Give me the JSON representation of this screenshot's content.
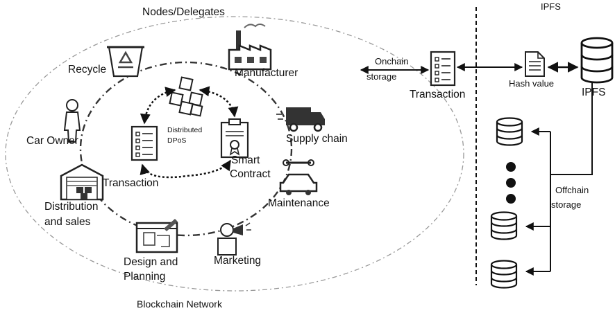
{
  "diagram": {
    "title_top": "Nodes/Delegates",
    "ipfs_title": "IPFS",
    "footer": "Blockchain Network",
    "nodes": {
      "recycle": "Recycle",
      "manufacturer": "Manufacturer",
      "car_owner": "Car Owner",
      "supply_chain": "Supply chain",
      "distribution_line1": "Distribution",
      "distribution_line2": "and sales",
      "maintenance": "Maintenance",
      "design_line1": "Design and",
      "design_line2": "Planning",
      "marketing": "Marketing"
    },
    "inner": {
      "consensus_line1": "Distributed",
      "consensus_line2": "DPoS",
      "transaction": "Transaction",
      "smart_line1": "Smart",
      "smart_line2": "Contract"
    },
    "storage": {
      "onchain_line1": "Onchain",
      "onchain_line2": "storage",
      "transaction": "Transaction",
      "hash": "Hash value",
      "ipfs": "IPFS",
      "offchain_line1": "Offchain",
      "offchain_line2": "storage"
    }
  }
}
